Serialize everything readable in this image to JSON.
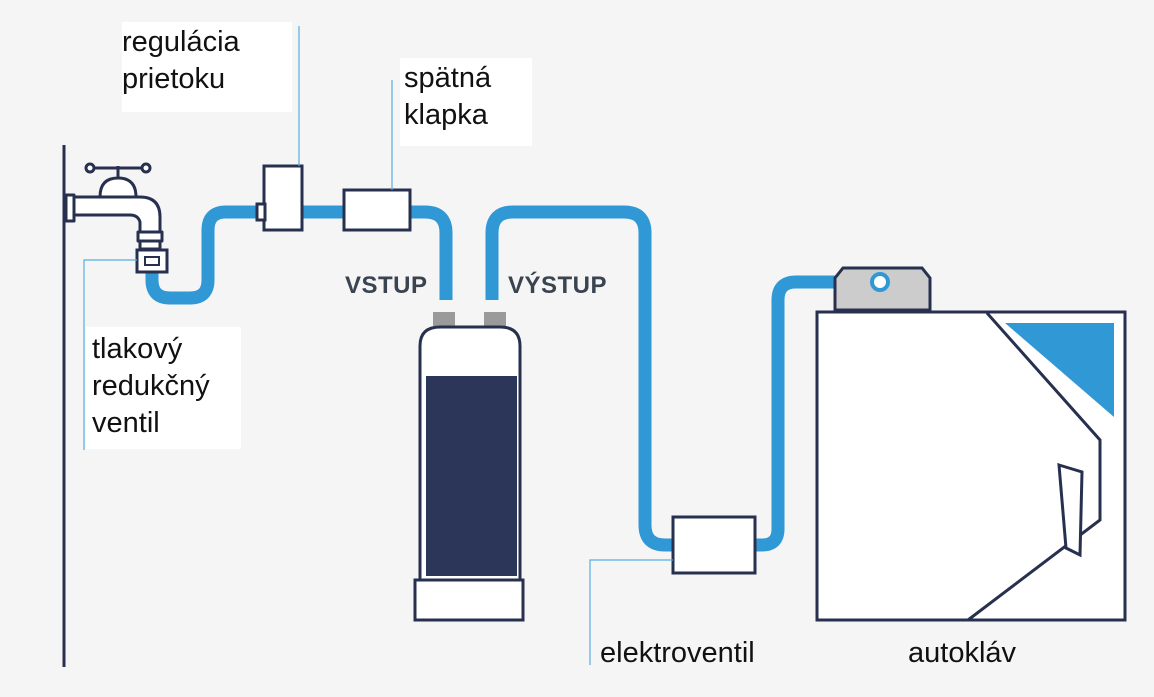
{
  "labels": {
    "flow_regulation": [
      "regulácia",
      "prietoku"
    ],
    "check_valve": [
      "spätná",
      "klapka"
    ],
    "pressure_reducer": [
      "tlakový",
      "redukčný",
      "ventil"
    ],
    "inlet": "VSTUP",
    "outlet": "VÝSTUP",
    "solenoid_valve": "elektroventil",
    "autoclave": "autokláv"
  },
  "colors": {
    "pipe": "#3198d6",
    "outline": "#27304f",
    "filter_core": "#2c3658",
    "connector": "#9a9a9a",
    "autoclave_window": "#3198d6",
    "label_background": "#ffffff"
  },
  "icons": [
    "water-tap-icon",
    "filter-cartridge-icon",
    "autoclave-icon"
  ]
}
